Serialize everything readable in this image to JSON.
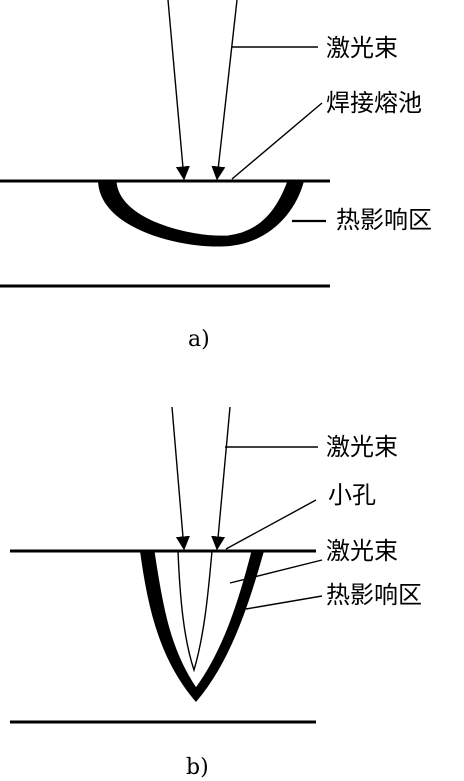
{
  "figure_a": {
    "caption": "a)",
    "labels": {
      "laser_beam": "激光束",
      "weld_pool": "焊接熔池",
      "heat_affected_zone": "热影响区"
    }
  },
  "figure_b": {
    "caption": "b)",
    "labels": {
      "laser_beam": "激光束",
      "keyhole": "小孔",
      "laser_beam_inner": "激光束",
      "heat_affected_zone": "热影响区"
    }
  }
}
